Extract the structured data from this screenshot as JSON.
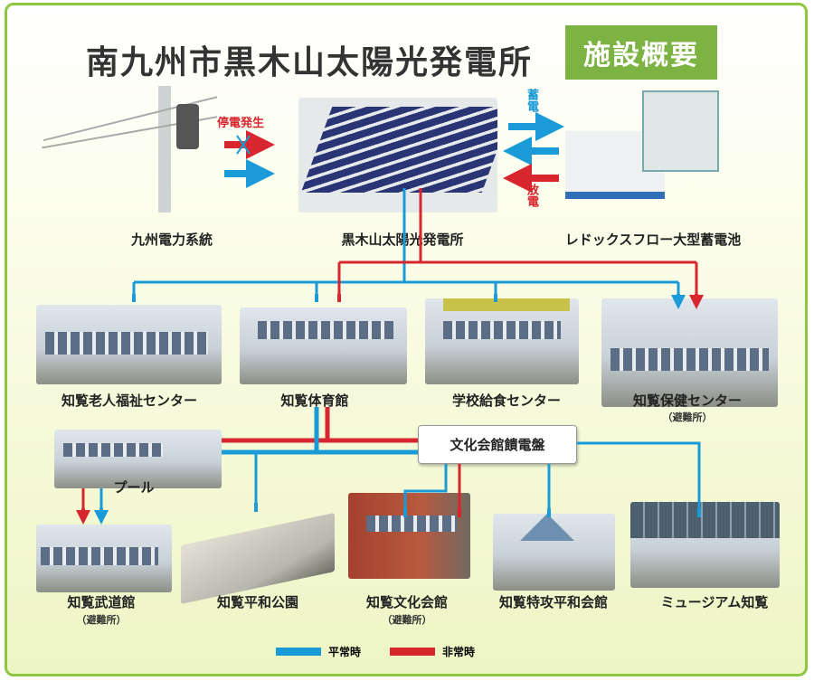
{
  "title": "南九州市黒木山太陽光発電所",
  "badge": "施設概要",
  "top": {
    "grid_label": "九州電力系統",
    "outage_label": "停電発生",
    "solar_label": "黒木山太陽光発電所",
    "charge_label": "蓄電",
    "discharge_label": "放電",
    "battery_label": "レドックスフロー大型蓄電池"
  },
  "facilities": {
    "elderly": "知覧老人福祉センター",
    "gym": "知覧体育館",
    "lunch": "学校給食センター",
    "health": "知覧保健センター",
    "health_sub": "（避難所）",
    "pool": "プール",
    "feeder": "文化会館饋電盤",
    "budokan": "知覧武道館",
    "budokan_sub": "（避難所）",
    "park": "知覧平和公園",
    "culture": "知覧文化会館",
    "culture_sub": "（避難所）",
    "tokko": "知覧特攻平和会館",
    "museum": "ミュージアム知覧"
  },
  "legend": {
    "normal": "平常時",
    "emergency": "非常時"
  },
  "colors": {
    "normal": "#1a9ad6",
    "emergency": "#d7262e",
    "accent": "#7cb342"
  }
}
